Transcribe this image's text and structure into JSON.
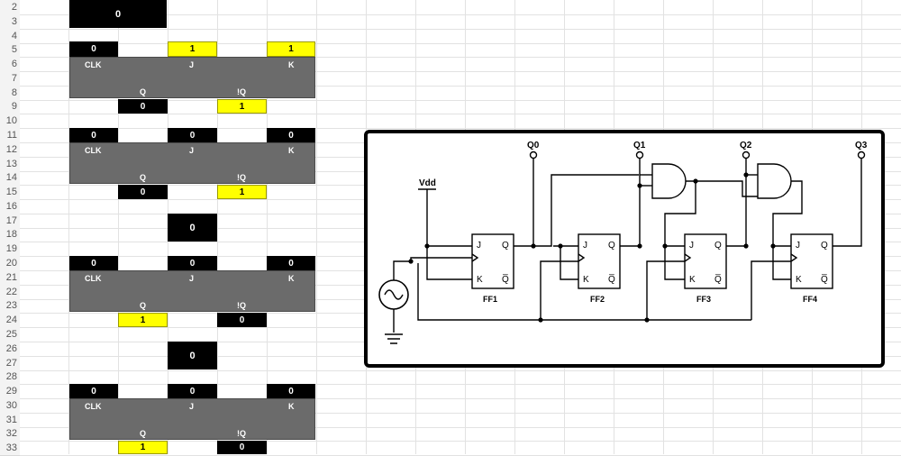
{
  "row_numbers": [
    "2",
    "3",
    "4",
    "5",
    "6",
    "7",
    "8",
    "9",
    "10",
    "11",
    "12",
    "13",
    "14",
    "15",
    "16",
    "17",
    "18",
    "19",
    "20",
    "21",
    "22",
    "23",
    "24",
    "25",
    "26",
    "27",
    "28",
    "29",
    "30",
    "31",
    "32",
    "33"
  ],
  "top_value": "0",
  "flipflops": [
    {
      "clk": "0",
      "j": "1",
      "k": "1",
      "q": "0",
      "nq": "1",
      "clk_label": "CLK",
      "j_label": "J",
      "k_label": "K",
      "q_label": "Q",
      "nq_label": "!Q"
    },
    {
      "clk": "0",
      "j": "0",
      "k": "0",
      "q": "0",
      "nq": "1",
      "clk_label": "CLK",
      "j_label": "J",
      "k_label": "K",
      "q_label": "Q",
      "nq_label": "!Q"
    },
    {
      "clk": "0",
      "j": "0",
      "k": "0",
      "q": "1",
      "nq": "0",
      "clk_label": "CLK",
      "j_label": "J",
      "k_label": "K",
      "q_label": "Q",
      "nq_label": "!Q"
    },
    {
      "clk": "0",
      "j": "0",
      "k": "0",
      "q": "1",
      "nq": "0",
      "clk_label": "CLK",
      "j_label": "J",
      "k_label": "K",
      "q_label": "Q",
      "nq_label": "!Q"
    }
  ],
  "mid_values": [
    "0",
    "0"
  ],
  "circuit": {
    "vdd_label": "Vdd",
    "outputs": [
      "Q0",
      "Q1",
      "Q2",
      "Q3"
    ],
    "ff_names": [
      "FF1",
      "FF2",
      "FF3",
      "FF4"
    ],
    "pin_j": "J",
    "pin_k": "K",
    "pin_q": "Q",
    "pin_nq": "Q̅"
  }
}
